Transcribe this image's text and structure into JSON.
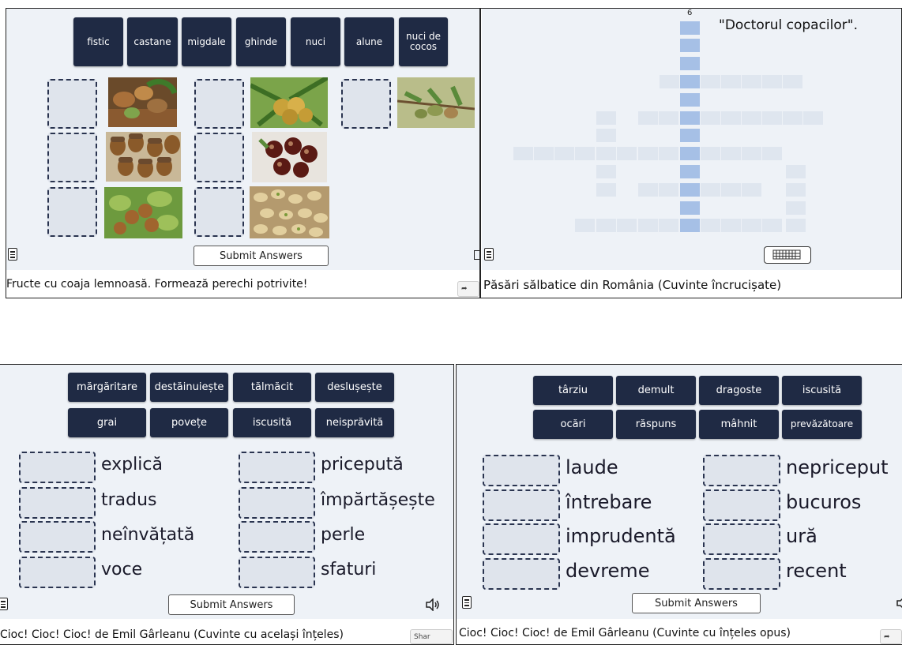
{
  "colors": {
    "tile_bg": "#1f2a44",
    "panel_bg": "#eef2f7",
    "slot_bg": "#dfe4ec",
    "cw_cell": "#dfe6ef",
    "cw_highlight": "#a6c0e6"
  },
  "activities": {
    "match_nuts": {
      "tiles": [
        "fistic",
        "castane",
        "migdale",
        "ghinde",
        "nuci",
        "alune",
        "nuci de cocos"
      ],
      "images": [
        "almonds-photo",
        "coconuts-photo",
        "almond-branch-photo",
        "acorns-photo",
        "chestnuts-photo",
        "hazelnuts-photo",
        "pistachios-photo"
      ],
      "submit_label": "Submit Answers",
      "caption": "Fructe cu coaja lemnoasă. Formează perechi potrivite!"
    },
    "crossword": {
      "clue_number": "6",
      "clue": "\"Doctorul copacilor\".",
      "caption": "Păsări sălbatice din România (Cuvinte încrucișate)",
      "keyboard_icon": "keyboard-icon"
    },
    "synonyms": {
      "tiles": [
        "mărgăritare",
        "destăinuiește",
        "tălmăcit",
        "deslușește",
        "grai",
        "povețe",
        "iscusită",
        "neisprăvită"
      ],
      "left_words": [
        "explică",
        "tradus",
        "neînvățată",
        "voce"
      ],
      "right_words": [
        "pricepută",
        "împărtășește",
        "perle",
        "sfaturi"
      ],
      "submit_label": "Submit Answers",
      "caption": "Cioc! Cioc! Cioc! de Emil Gârleanu (Cuvinte cu același înțeles)",
      "share_label": "Shar"
    },
    "antonyms": {
      "tiles": [
        "târziu",
        "demult",
        "dragoste",
        "iscusită",
        "ocări",
        "răspuns",
        "mâhnit",
        "prevăzătoare"
      ],
      "left_words": [
        "laude",
        "întrebare",
        "imprudentă",
        "devreme"
      ],
      "right_words": [
        "nepriceput",
        "bucuros",
        "ură",
        "recent"
      ],
      "submit_label": "Submit Answers",
      "caption": "Cioc! Cioc! Cioc! de Emil Gârleanu (Cuvinte cu înțeles opus)"
    }
  }
}
